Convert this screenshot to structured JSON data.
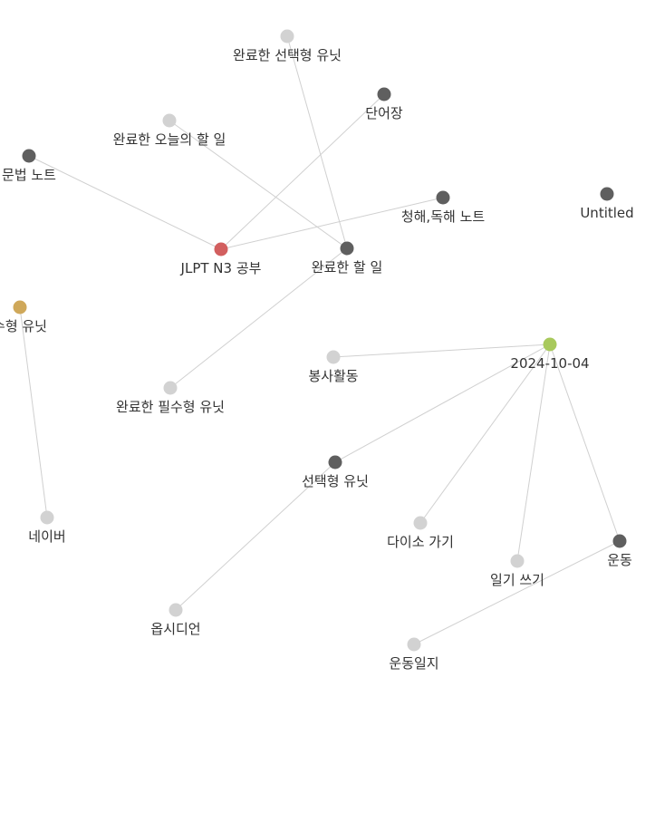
{
  "colors": {
    "edge": "#d0d0d0",
    "note": "#5f5f5f",
    "unresolved": "#d2d2d2",
    "active": "#d25f5f",
    "tag": "#a8c95c",
    "attachment": "#cfa85a",
    "label": "#333333"
  },
  "nodes": [
    {
      "id": "completed-elective",
      "label": "완료한 선택형 유닛",
      "kind": "unresolved"
    },
    {
      "id": "vocab",
      "label": "단어장",
      "kind": "note"
    },
    {
      "id": "completed-today",
      "label": "완료한 오늘의 할 일",
      "kind": "unresolved"
    },
    {
      "id": "grammar",
      "label": "문법 노트",
      "kind": "note"
    },
    {
      "id": "listening-reading",
      "label": "청해,독해 노트",
      "kind": "note"
    },
    {
      "id": "untitled",
      "label": "Untitled",
      "kind": "note"
    },
    {
      "id": "jlpt",
      "label": "JLPT N3 공부",
      "kind": "active"
    },
    {
      "id": "completed-todo",
      "label": "완료한 할 일",
      "kind": "note"
    },
    {
      "id": "required-unit",
      "label": "수형 유닛",
      "kind": "attachment"
    },
    {
      "id": "volunteer",
      "label": "봉사활동",
      "kind": "unresolved"
    },
    {
      "id": "date",
      "label": "2024-10-04",
      "kind": "tag"
    },
    {
      "id": "completed-required",
      "label": "완료한 필수형 유닛",
      "kind": "unresolved"
    },
    {
      "id": "elective",
      "label": "선택형 유닛",
      "kind": "note"
    },
    {
      "id": "naver",
      "label": "네이버",
      "kind": "unresolved"
    },
    {
      "id": "daiso",
      "label": "다이소 가기",
      "kind": "unresolved"
    },
    {
      "id": "exercise",
      "label": "운동",
      "kind": "note"
    },
    {
      "id": "diary",
      "label": "일기 쓰기",
      "kind": "unresolved"
    },
    {
      "id": "obsidian",
      "label": "옵시디언",
      "kind": "unresolved"
    },
    {
      "id": "exercise-log",
      "label": "운동일지",
      "kind": "unresolved"
    }
  ],
  "edges": [
    [
      "jlpt",
      "grammar"
    ],
    [
      "jlpt",
      "vocab"
    ],
    [
      "jlpt",
      "listening-reading"
    ],
    [
      "completed-todo",
      "completed-elective"
    ],
    [
      "completed-todo",
      "completed-today"
    ],
    [
      "completed-todo",
      "completed-required"
    ],
    [
      "required-unit",
      "naver"
    ],
    [
      "date",
      "volunteer"
    ],
    [
      "date",
      "elective"
    ],
    [
      "date",
      "daiso"
    ],
    [
      "date",
      "diary"
    ],
    [
      "date",
      "exercise"
    ],
    [
      "elective",
      "obsidian"
    ],
    [
      "exercise",
      "exercise-log"
    ]
  ]
}
